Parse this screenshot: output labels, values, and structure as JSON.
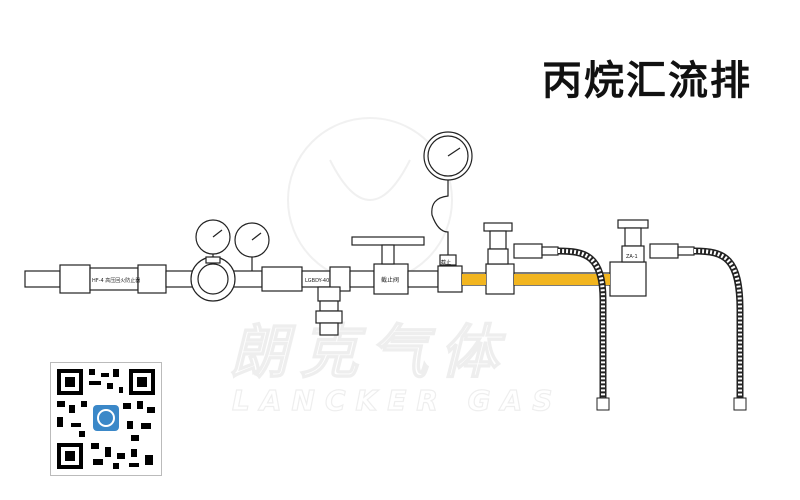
{
  "title": "丙烷汇流排",
  "labels": {
    "left_filter": "HF-4 高压回火防止器",
    "regulator_label": "LGBDY-40",
    "shutoff_valve": "截止阀",
    "small_valve": "截止",
    "right_valve_tag": "ZA-1"
  },
  "watermark": {
    "brand_cn": "朗克气体",
    "brand_en": "LANCKER GAS"
  },
  "colors": {
    "pipe_highlight": "#f2b51f",
    "line": "#222222"
  },
  "icons": [
    "qr-code-icon",
    "brand-logo-icon",
    "pressure-gauge-icon"
  ]
}
